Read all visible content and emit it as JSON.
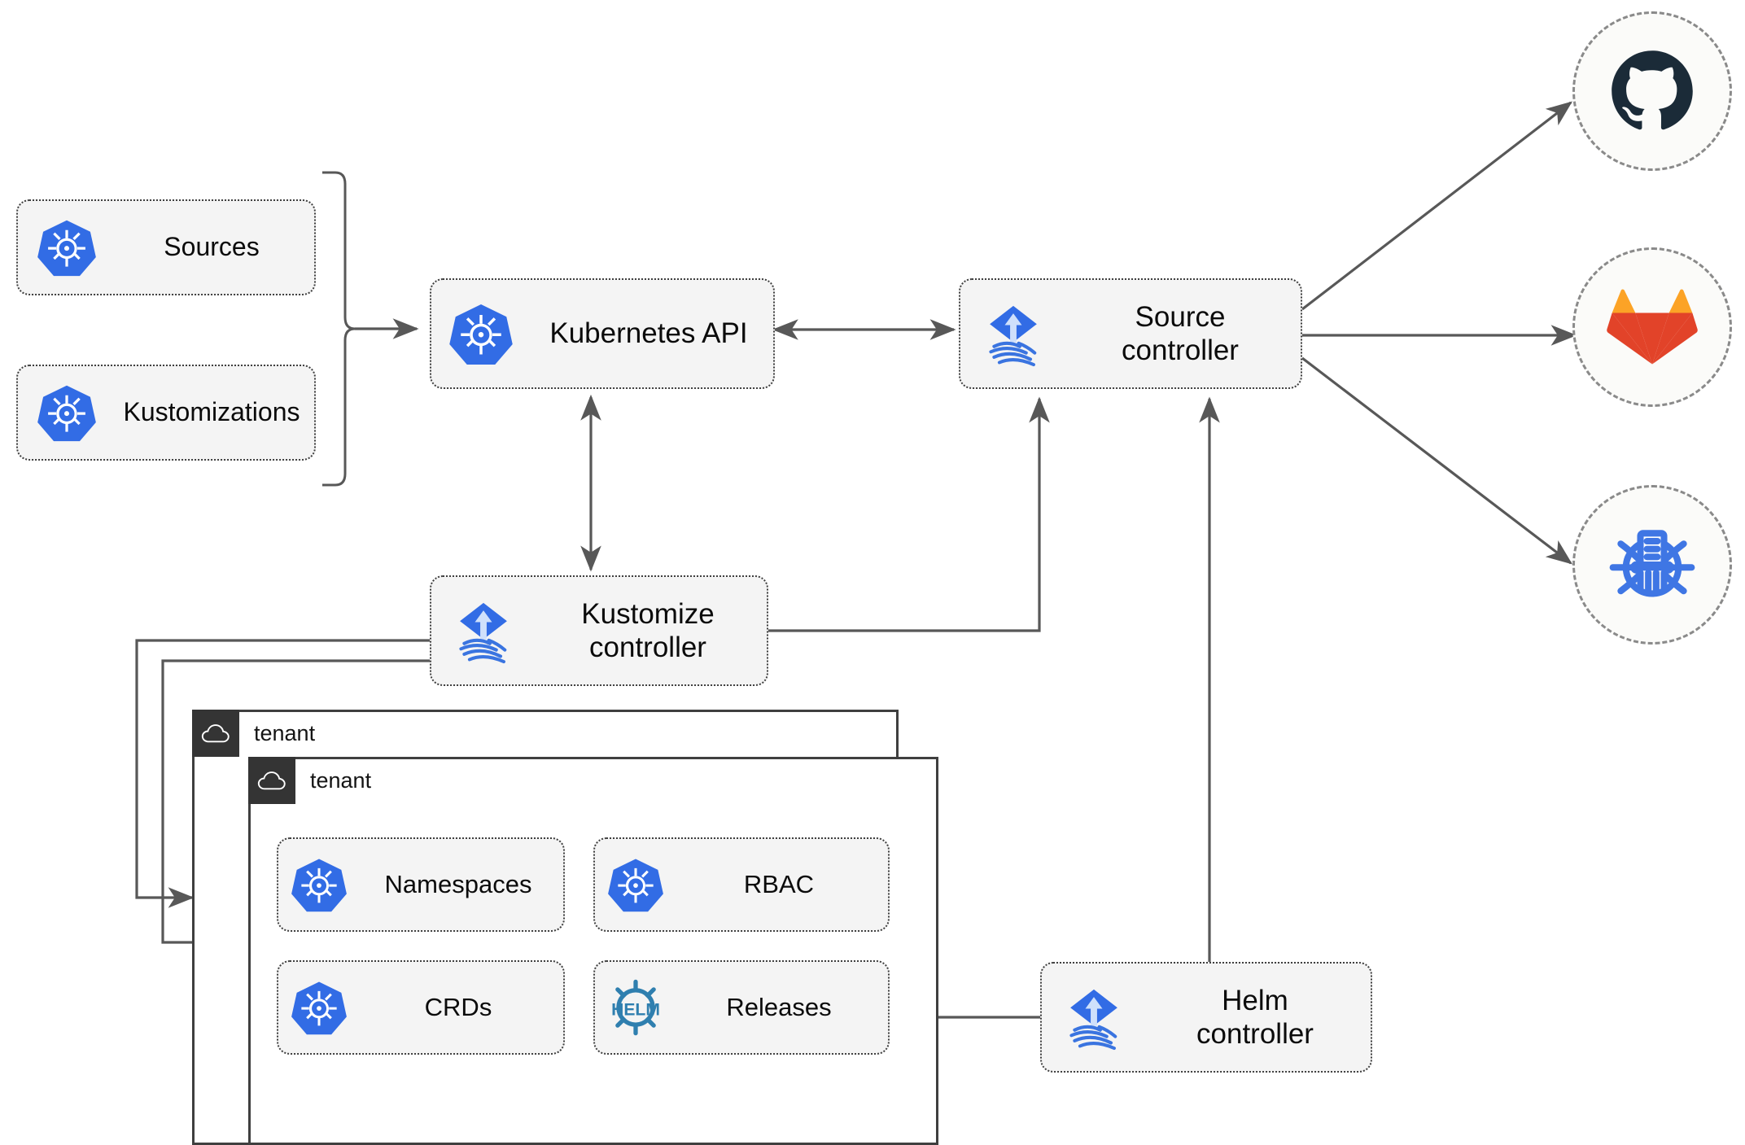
{
  "diagram": {
    "title": "Flux GitOps toolkit architecture",
    "background_color": "#ffffff",
    "node_fill": "#f4f4f4",
    "node_border": "#3f3f3f",
    "wire_color": "#585858",
    "tenant_chip_color": "#343434"
  },
  "resources": [
    {
      "id": "sources",
      "label": "Sources",
      "icon": "kubernetes-icon"
    },
    {
      "id": "kustomizations",
      "label": "Kustomizations",
      "icon": "kubernetes-icon"
    }
  ],
  "controllers": [
    {
      "id": "kubernetes-api",
      "label": "Kubernetes API",
      "icon": "kubernetes-icon"
    },
    {
      "id": "source-controller",
      "label": "Source\ncontroller",
      "icon": "flux-icon"
    },
    {
      "id": "kustomize-controller",
      "label": "Kustomize\ncontroller",
      "icon": "flux-icon"
    },
    {
      "id": "helm-controller",
      "label": "Helm\ncontroller",
      "icon": "flux-icon"
    }
  ],
  "providers": [
    {
      "id": "github",
      "label": "github-icon",
      "icon": "github-icon",
      "color": "#1b2b38"
    },
    {
      "id": "gitlab",
      "label": "gitlab-icon",
      "icon": "gitlab-icon",
      "color": "#e24329"
    },
    {
      "id": "helm-repo",
      "label": "helm-chart-icon",
      "icon": "helm-registry-icon",
      "color": "#3f76e4"
    }
  ],
  "tenants": [
    {
      "id": "tenant-outer",
      "label": "tenant",
      "icon": "cloud-icon"
    },
    {
      "id": "tenant-inner",
      "label": "tenant",
      "icon": "cloud-icon"
    }
  ],
  "tenant_resources": [
    {
      "id": "namespaces",
      "label": "Namespaces",
      "icon": "kubernetes-icon"
    },
    {
      "id": "rbac",
      "label": "RBAC",
      "icon": "kubernetes-icon"
    },
    {
      "id": "crds",
      "label": "CRDs",
      "icon": "kubernetes-icon"
    },
    {
      "id": "releases",
      "label": "Releases",
      "icon": "helm-icon"
    }
  ],
  "edges": [
    {
      "from": "sources-kustomizations-brace",
      "to": "kubernetes-api",
      "style": "arrow"
    },
    {
      "from": "kubernetes-api",
      "to": "source-controller",
      "style": "double-arrow"
    },
    {
      "from": "kubernetes-api",
      "to": "kustomize-controller",
      "style": "double-arrow"
    },
    {
      "from": "kustomize-controller",
      "to": "source-controller",
      "style": "arrow"
    },
    {
      "from": "kustomize-controller",
      "to": "tenant-outer",
      "style": "arrow"
    },
    {
      "from": "kustomize-controller",
      "to": "tenant-inner",
      "style": "arrow"
    },
    {
      "from": "helm-controller",
      "to": "source-controller",
      "style": "arrow"
    },
    {
      "from": "helm-controller",
      "to": "releases",
      "style": "arrow"
    },
    {
      "from": "source-controller",
      "to": "github",
      "style": "arrow"
    },
    {
      "from": "source-controller",
      "to": "gitlab",
      "style": "arrow"
    },
    {
      "from": "source-controller",
      "to": "helm-repo",
      "style": "arrow"
    }
  ]
}
